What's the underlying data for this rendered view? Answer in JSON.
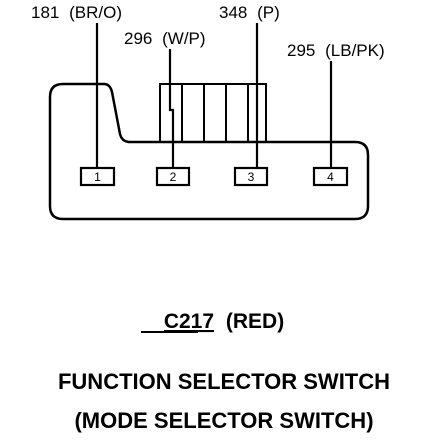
{
  "wires": [
    {
      "circuit": "181",
      "color_code": "(BR/O)",
      "pin": "1"
    },
    {
      "circuit": "296",
      "color_code": "(W/P)",
      "pin": "2"
    },
    {
      "circuit": "348",
      "color_code": "(P)",
      "pin": "3"
    },
    {
      "circuit": "295",
      "color_code": "(LB/PK)",
      "pin": "4"
    }
  ],
  "connector": {
    "id": "C217",
    "color_label": "(RED)"
  },
  "caption": {
    "line1": "FUNCTION SELECTOR SWITCH",
    "line2": "(MODE SELECTOR SWITCH)"
  },
  "colors": {
    "ink": "#000000",
    "background": "#ffffff"
  }
}
